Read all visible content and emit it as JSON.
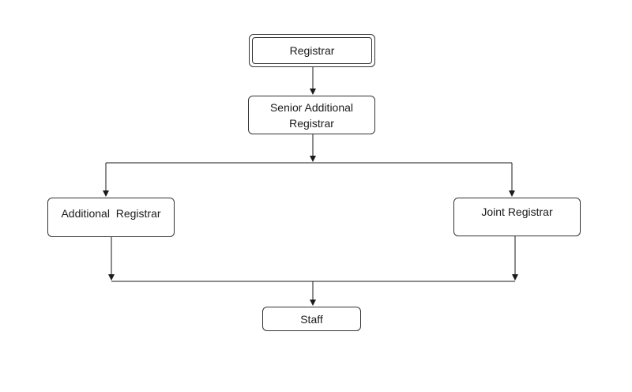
{
  "diagram": {
    "nodes": {
      "registrar": {
        "label": "Registrar"
      },
      "senior_additional_registrar": {
        "label": "Senior Additional Registrar"
      },
      "additional_registrar": {
        "label": "Additional  Registrar"
      },
      "joint_registrar": {
        "label": "Joint Registrar"
      },
      "staff": {
        "label": "Staff"
      }
    },
    "edges": [
      {
        "from": "Registrar",
        "to": "Senior Additional Registrar"
      },
      {
        "from": "Senior Additional Registrar",
        "to": "Additional  Registrar"
      },
      {
        "from": "Senior Additional Registrar",
        "to": "Joint Registrar"
      },
      {
        "from": "Additional  Registrar",
        "to": "Staff"
      },
      {
        "from": "Joint Registrar",
        "to": "Staff"
      }
    ],
    "colors": {
      "stroke": "#333333",
      "background": "#ffffff"
    }
  }
}
